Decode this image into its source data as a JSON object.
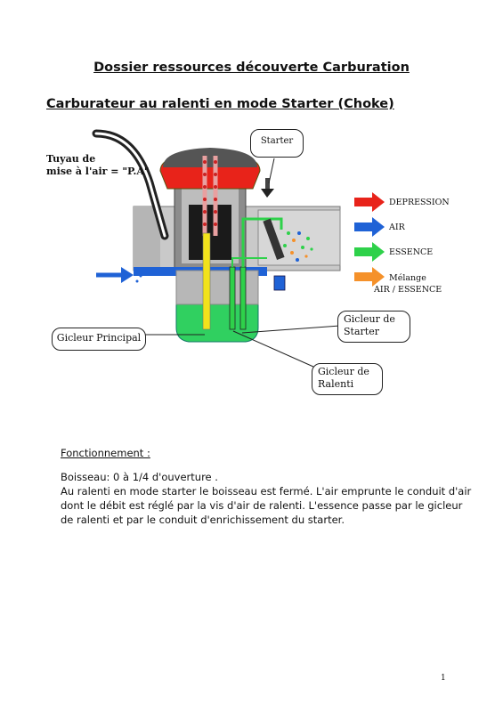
{
  "document": {
    "title": "Dossier ressources découverte Carburation",
    "subtitle": "Carburateur au ralenti en mode Starter (Choke)",
    "page_number": "1"
  },
  "diagram": {
    "air_tube_label_line1": "Tuyau de",
    "air_tube_label_line2": "mise à l'air = \"P.A\"",
    "starter_callout": "Starter",
    "gicleur_principal": "Gicleur Principal",
    "gicleur_starter_line1": "Gicleur  de",
    "gicleur_starter_line2": "Starter",
    "gicleur_ralenti_line1": "Gicleur  de",
    "gicleur_ralenti_line2": "Ralenti",
    "colors": {
      "depression": "#e8231a",
      "air": "#1f62d6",
      "essence": "#2ed14a",
      "melange": "#f5912a",
      "body_grey": "#c9c9c9",
      "float_bowl": "#30d060"
    }
  },
  "legend": {
    "items": [
      {
        "label": "DEPRESSION",
        "color_name": "red"
      },
      {
        "label": "AIR",
        "color_name": "blue"
      },
      {
        "label": "ESSENCE",
        "color_name": "green"
      },
      {
        "label_line1": "Mélange",
        "label_line2": "AIR / ESSENCE",
        "color_name": "orange"
      }
    ]
  },
  "fonctionnement": {
    "heading": "Fonctionnement :",
    "line1": "Boisseau: 0 à 1/4 d'ouverture .",
    "line2": "Au ralenti en mode starter le boisseau est fermé. L'air emprunte le conduit d'air",
    "line3": "dont le débit est réglé par la vis d'air de ralenti. L'essence passe par le gicleur",
    "line4": "de ralenti et par le conduit d'enrichissement du starter."
  }
}
